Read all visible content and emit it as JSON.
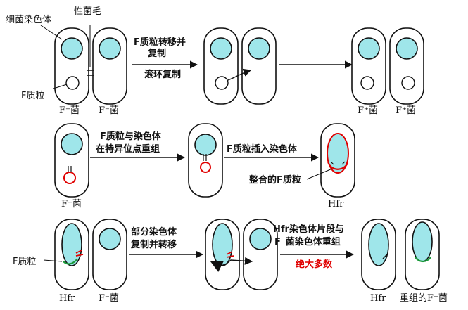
{
  "row1": {
    "label_chromosome": "细菌染色体",
    "label_pilus": "性菌毛",
    "label_plasmid": "F质粒",
    "step1_line1": "F质粒转移并",
    "step1_line2": "复制",
    "step1_sub": "滚环复制",
    "cap_left_1": "F⁺菌",
    "cap_left_2": "F⁻菌",
    "cap_right_1": "F⁺菌",
    "cap_right_2": "F⁺菌"
  },
  "row2": {
    "step1_line1": "F质粒与染色体",
    "step1_line2": "在特异位点重组",
    "step2": "F质粒插入染色体",
    "label_integrated": "整合的F质粒",
    "cap_left": "F⁺菌",
    "cap_right": "Hfr"
  },
  "row3": {
    "label_plasmid": "F质粒",
    "step1_line1": "部分染色体",
    "step1_line2": "复制并转移",
    "step2_line1": "Hfr染色体片段与",
    "step2_line2": "F⁻菌染色体重组",
    "step2_note": "绝大多数",
    "cap_left_1": "Hfr",
    "cap_left_2": "F⁻菌",
    "cap_right_1": "Hfr",
    "cap_right_2": "重组的F⁻菌"
  },
  "colors": {
    "cytoplasm_fill": "#9fe6ea",
    "outline": "#111111",
    "plasmid_red": "#e00000",
    "dna_green": "#1a9a3a",
    "note_red": "#e00000"
  }
}
